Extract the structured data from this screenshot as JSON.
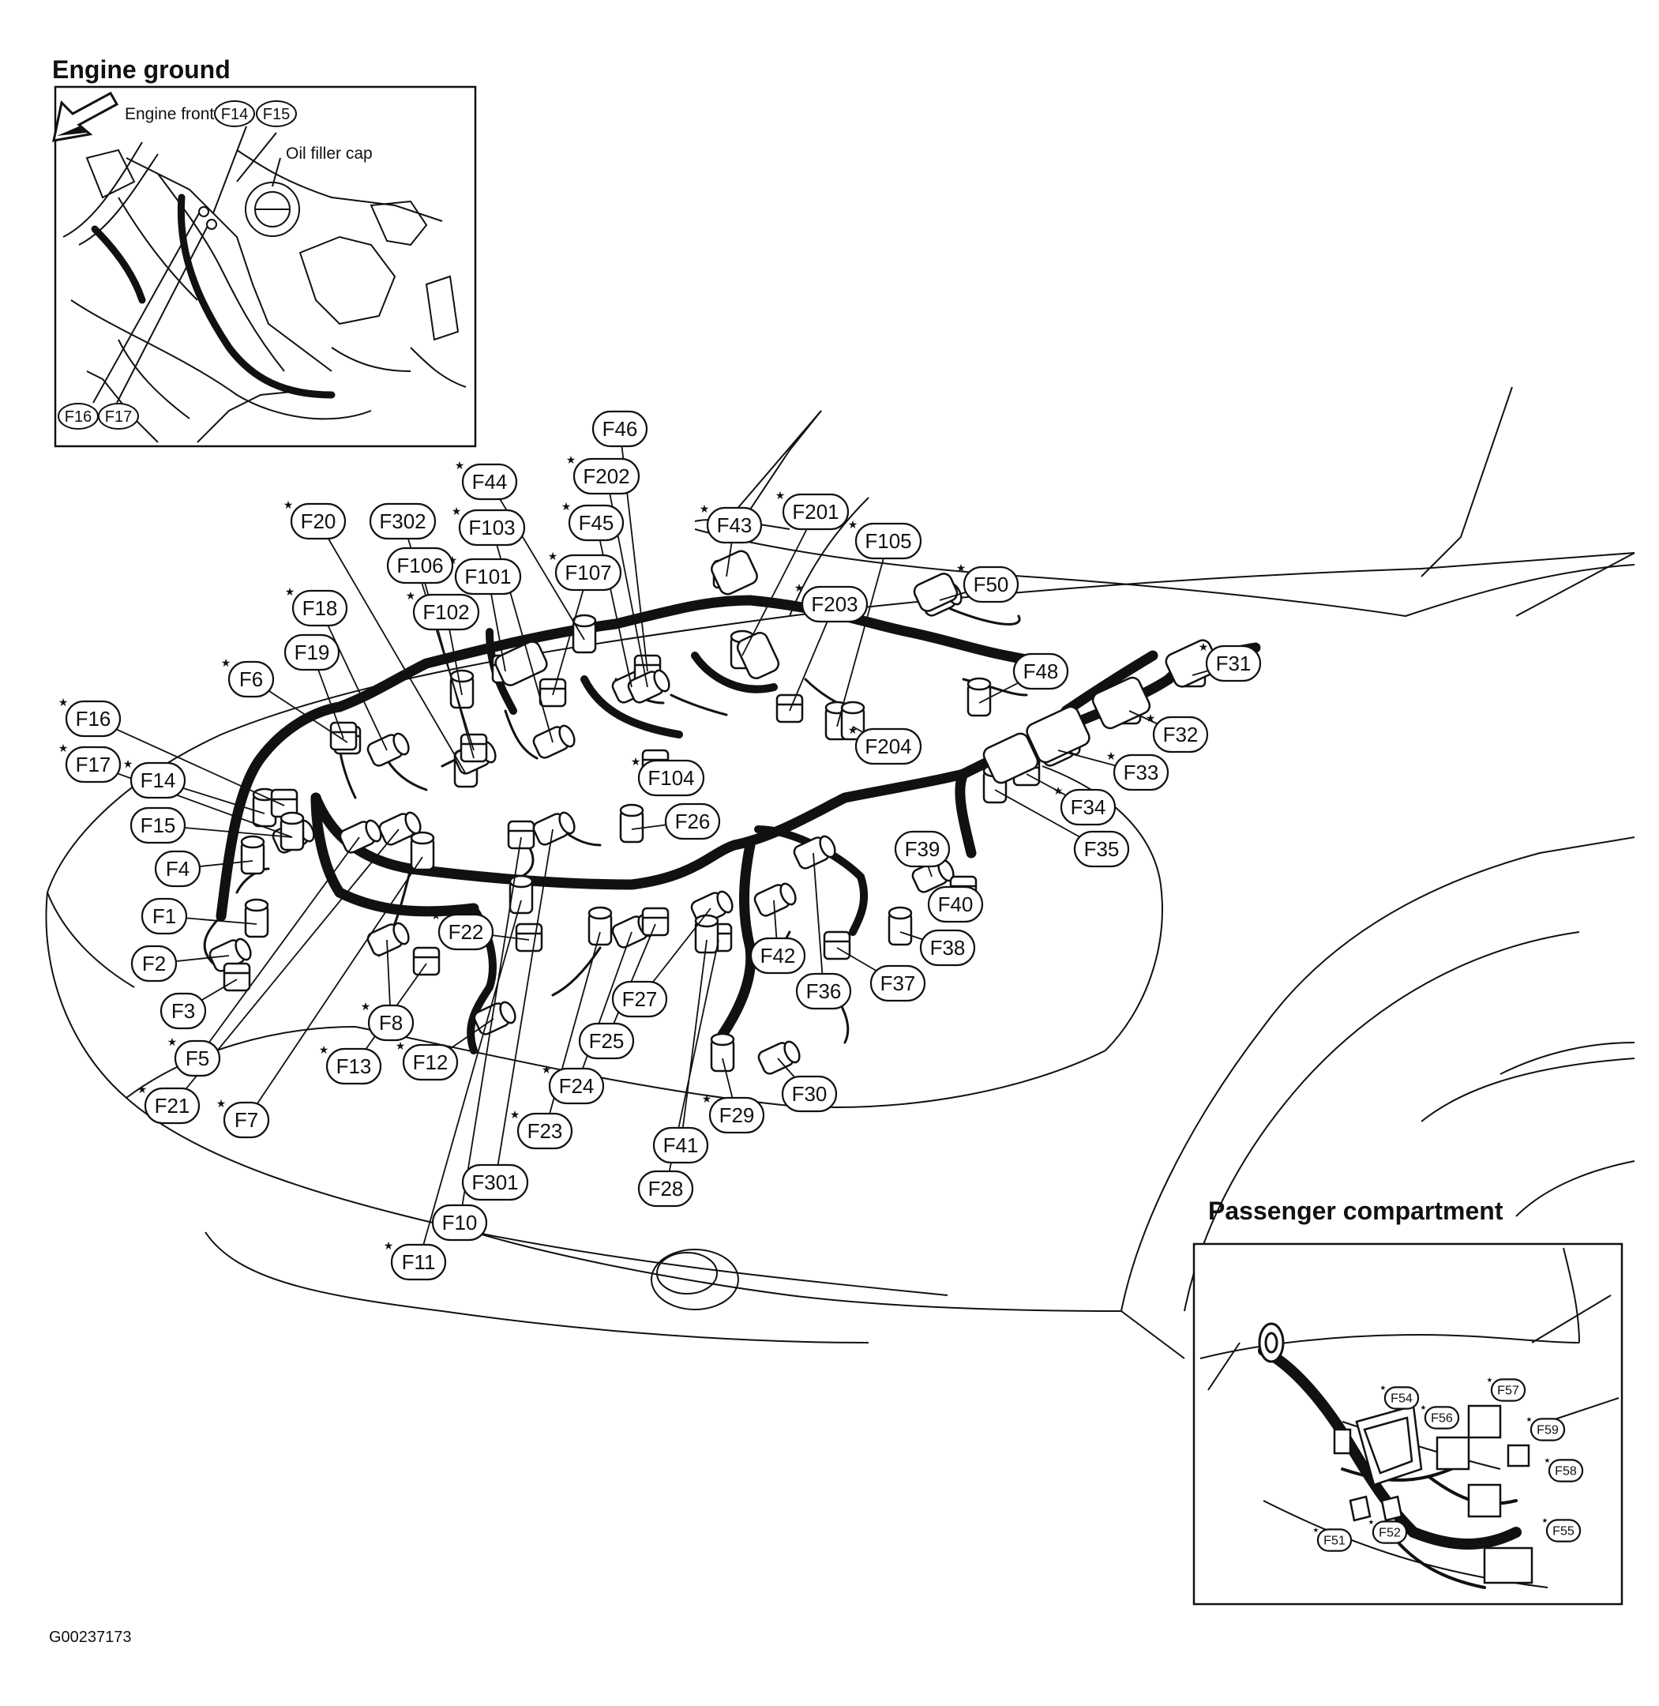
{
  "titles": {
    "engine_ground": "Engine ground",
    "passenger_compartment": "Passenger compartment"
  },
  "inset_notes": {
    "engine_front": "Engine front",
    "oil_filler_cap": "Oil filler cap"
  },
  "figure_id": "G00237173",
  "colors": {
    "line": "#111111",
    "background": "#ffffff"
  },
  "legend_marker": "★",
  "inset_connectors": [
    "F14",
    "F15",
    "F16",
    "F17"
  ],
  "main_connectors": [
    {
      "id": "F1"
    },
    {
      "id": "F2"
    },
    {
      "id": "F3"
    },
    {
      "id": "F4"
    },
    {
      "id": "F5",
      "starred": true
    },
    {
      "id": "F6",
      "starred": true
    },
    {
      "id": "F7",
      "starred": true
    },
    {
      "id": "F8",
      "starred": true
    },
    {
      "id": "F10"
    },
    {
      "id": "F11",
      "starred": true
    },
    {
      "id": "F12",
      "starred": true
    },
    {
      "id": "F13",
      "starred": true
    },
    {
      "id": "F14",
      "starred": true
    },
    {
      "id": "F15"
    },
    {
      "id": "F16",
      "starred": true
    },
    {
      "id": "F17",
      "starred": true
    },
    {
      "id": "F18",
      "starred": true
    },
    {
      "id": "F19"
    },
    {
      "id": "F20",
      "starred": true
    },
    {
      "id": "F21",
      "starred": true
    },
    {
      "id": "F22",
      "starred": true
    },
    {
      "id": "F23",
      "starred": true
    },
    {
      "id": "F24",
      "starred": true
    },
    {
      "id": "F25"
    },
    {
      "id": "F26"
    },
    {
      "id": "F27"
    },
    {
      "id": "F28"
    },
    {
      "id": "F29",
      "starred": true
    },
    {
      "id": "F30"
    },
    {
      "id": "F31",
      "starred": true
    },
    {
      "id": "F32",
      "starred": true
    },
    {
      "id": "F33",
      "starred": true
    },
    {
      "id": "F34",
      "starred": true
    },
    {
      "id": "F35"
    },
    {
      "id": "F36"
    },
    {
      "id": "F37"
    },
    {
      "id": "F38"
    },
    {
      "id": "F39"
    },
    {
      "id": "F40"
    },
    {
      "id": "F41"
    },
    {
      "id": "F42",
      "starred": true
    },
    {
      "id": "F43",
      "starred": true
    },
    {
      "id": "F44",
      "starred": true
    },
    {
      "id": "F45",
      "starred": true
    },
    {
      "id": "F46"
    },
    {
      "id": "F48",
      "starred": true
    },
    {
      "id": "F50",
      "starred": true
    },
    {
      "id": "F101",
      "starred": true
    },
    {
      "id": "F102",
      "starred": true
    },
    {
      "id": "F103",
      "starred": true
    },
    {
      "id": "F104",
      "starred": true
    },
    {
      "id": "F105",
      "starred": true
    },
    {
      "id": "F106"
    },
    {
      "id": "F107",
      "starred": true
    },
    {
      "id": "F201",
      "starred": true
    },
    {
      "id": "F202",
      "starred": true
    },
    {
      "id": "F203",
      "starred": true
    },
    {
      "id": "F204",
      "starred": true
    },
    {
      "id": "F301"
    },
    {
      "id": "F302"
    }
  ],
  "passenger_connectors": [
    {
      "id": "F51",
      "starred": true
    },
    {
      "id": "F52",
      "starred": true
    },
    {
      "id": "F54",
      "starred": true
    },
    {
      "id": "F55",
      "starred": true
    },
    {
      "id": "F56",
      "starred": true
    },
    {
      "id": "F57",
      "starred": true
    },
    {
      "id": "F58",
      "starred": true
    },
    {
      "id": "F59",
      "starred": true
    }
  ]
}
